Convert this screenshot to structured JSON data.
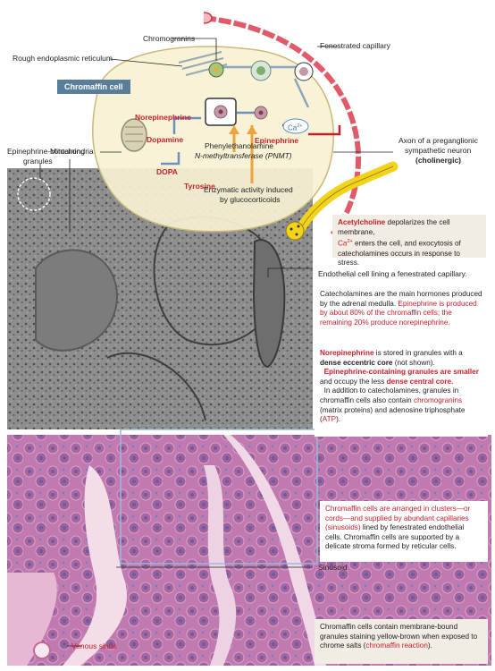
{
  "labels": {
    "chromogranins": "Chromogranins",
    "fenestrated_capillary": "Fenestrated capillary",
    "rer": "Rough endoplasmic reticulum",
    "chromaffin_cell": "Chromaffin cell",
    "epi_granules_1": "Epinephrine-containing",
    "epi_granules_2": "granules",
    "mitochondria": "Mitochondria",
    "norepinephrine": "Norepinephrine",
    "dopamine": "Dopamine",
    "dopa": "DOPA",
    "tyrosine": "Tyrosine",
    "epinephrine": "Epinephrine",
    "ca": "Ca",
    "ca_sup": "2+",
    "pnmt_1": "Phenylethanolamine",
    "pnmt_2": "N-methyltransferase (PNMT)",
    "enzymatic_1": "Enzymatic activity induced",
    "enzymatic_2": "by glucocorticoids",
    "axon_1": "Axon of a preganglionic",
    "axon_2": "sympathetic neuron",
    "axon_3": "(cholinergic)",
    "endothelial": "Endothelial cell lining a fenestrated capillary.",
    "sinusoid": "Sinusoid",
    "venous_sinus": "Venous sinus"
  },
  "notes": {
    "ach": {
      "t1": "Acetylcholine",
      "t2": " depolarizes the cell membrane,",
      "t3": "Ca",
      "t4": "2+",
      "t5": " enters the cell, and exocytosis of",
      "t6": "catecholamines occurs in response to stress."
    },
    "cat": {
      "t1": "Catecholamines are the main hormones produced by the adrenal medulla. ",
      "t2": "Epinephrine is produced by about  80% of the chromaffin cells; the remaining 20% produce norepinephrine."
    },
    "nor": {
      "t1": "Norepinephrine",
      "t2": " is stored in granules with a ",
      "t3": "dense eccentric core",
      "t4": " (not shown).",
      "t5": "Epinephrine-containing granules are smaller",
      "t6": " and occupy the less ",
      "t7": "dense central core.",
      "t8": "In addition to catecholamines, granules in chromaffin cells also contain ",
      "t9": "chromogranins",
      "t10": " (matrix proteins) and adenosine triphosphate (",
      "t11": "ATP",
      "t12": ")."
    },
    "clusters": {
      "t1": "Chromaffin cells are arranged in clusters—or cords—and supplied by abundant capillaries (sinusoids)",
      "t2": " lined by fenestrated endothelial cells. Chromaffin cells are supported by a delicate stroma formed by reticular cells."
    },
    "reaction": {
      "t1": "Chromaffin cells contain membrane-bound granules staining yellow-brown when exposed to chrome salts (",
      "t2": "chromaffin reaction",
      "t3": ")."
    }
  },
  "colors": {
    "accent_red": "#c8202a",
    "cell_fill": "#f7f1d3",
    "tag_blue": "#5a7d9a",
    "note_bg": "#f1ece4",
    "axon_yellow": "#f2d21a"
  }
}
